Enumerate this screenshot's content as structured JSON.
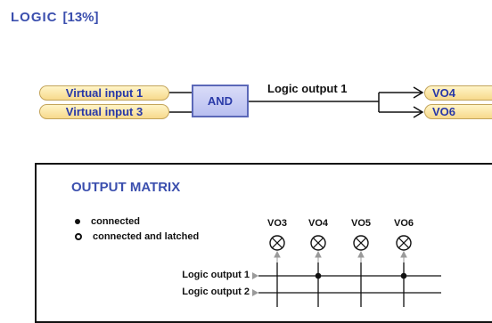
{
  "header": {
    "title": "LOGIC",
    "percent": "[13%]"
  },
  "inputs": [
    {
      "label": "Virtual input 1"
    },
    {
      "label": "Virtual input 3"
    }
  ],
  "gate": {
    "label": "AND"
  },
  "logic_output_label": "Logic output 1",
  "outputs": [
    {
      "label": "VO4"
    },
    {
      "label": "VO6"
    }
  ],
  "matrix": {
    "title": "OUTPUT MATRIX",
    "legend": [
      {
        "symbol": "filled-dot",
        "label": "connected"
      },
      {
        "symbol": "ring-dot",
        "label": "connected and latched"
      }
    ],
    "columns": [
      "VO3",
      "VO4",
      "VO5",
      "VO6"
    ],
    "rows": [
      {
        "label": "Logic output 1",
        "connected_columns": [
          "VO4",
          "VO6"
        ]
      },
      {
        "label": "Logic output 2",
        "connected_columns": []
      }
    ]
  },
  "colors": {
    "title": "#3b4fae",
    "pill_fill": "#f7d98c",
    "gate_fill": "#c4c9f3",
    "line": "#111111",
    "arrow_gray": "#9a9a9a"
  }
}
